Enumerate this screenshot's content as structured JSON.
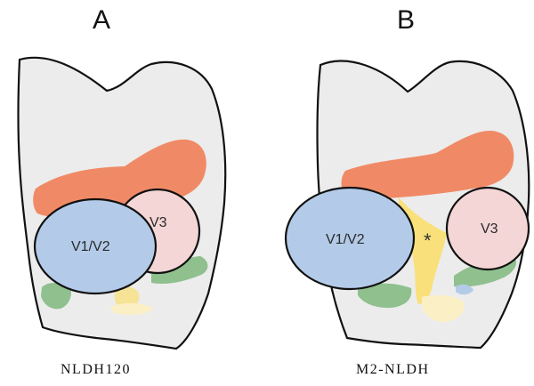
{
  "panels": [
    {
      "letter": "A",
      "caption": "NLDH120",
      "labels": {
        "v1v2": "V1/V2",
        "v3": "V3"
      }
    },
    {
      "letter": "B",
      "caption": "M2-NLDH",
      "labels": {
        "v1v2": "V1/V2",
        "v3": "V3",
        "marker": "*"
      }
    }
  ],
  "colors": {
    "shape_fill": "#ececec",
    "outline": "#111111",
    "orange_region": "#f08a66",
    "pink_region": "#f4d6d6",
    "blue_region": "#b3cbe8",
    "green_region": "#8fc08e",
    "yellow_region": "#f9e07a",
    "cream_region": "#fbf0c5"
  }
}
